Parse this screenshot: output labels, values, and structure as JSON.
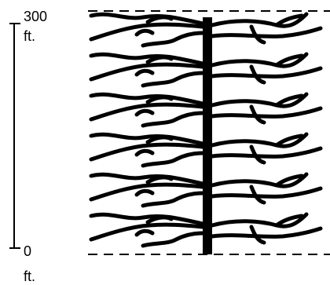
{
  "scale": {
    "top_value": "300",
    "top_unit": "ft.",
    "bottom_value": "0",
    "bottom_unit": "ft."
  },
  "colors": {
    "ink": "#000000",
    "background": "#ffffff"
  },
  "diagram": {
    "tiers": 6,
    "trunk": "vertical-bar",
    "boundaries": "dashed-lines-top-and-bottom"
  }
}
